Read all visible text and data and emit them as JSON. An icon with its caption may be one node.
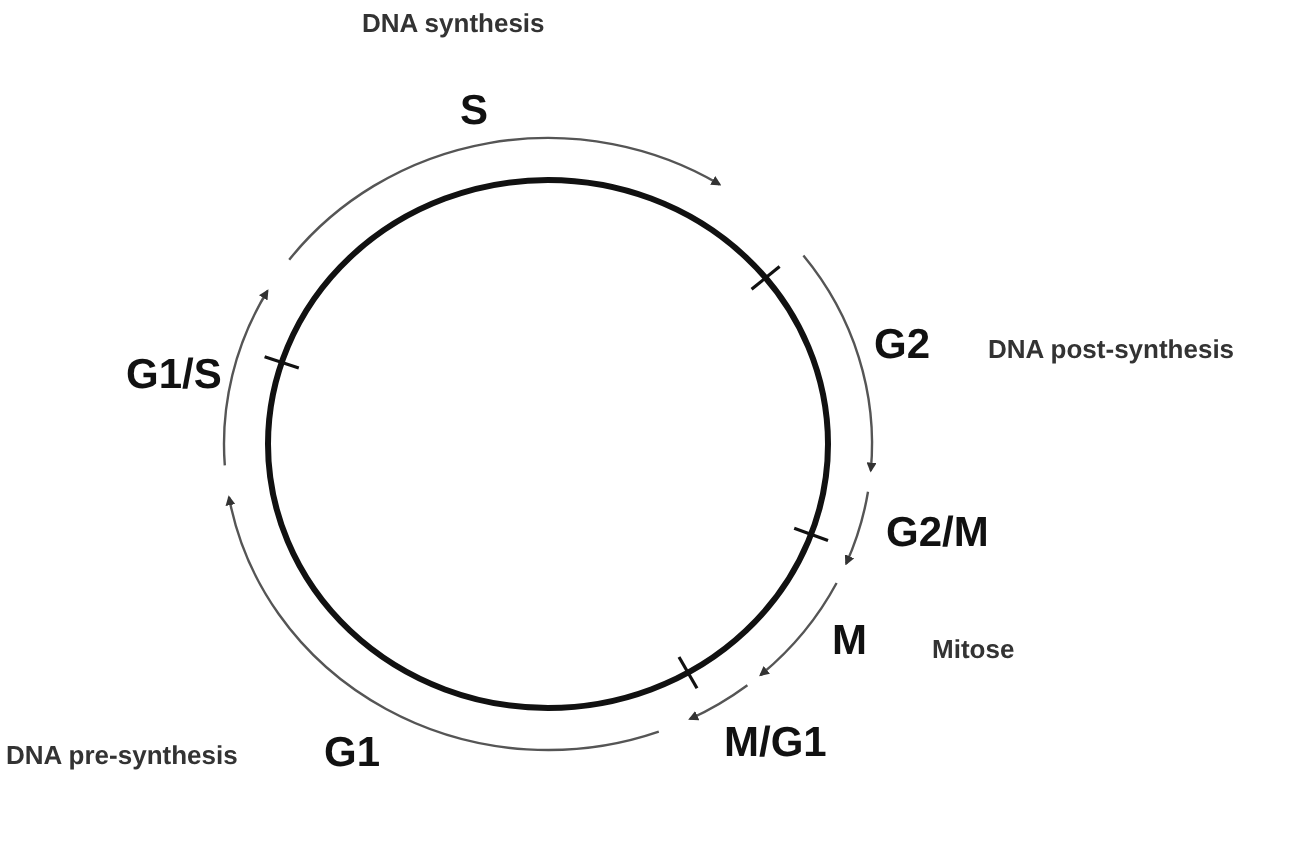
{
  "diagram": {
    "labels": [
      "DNA synthesis",
      "S",
      "G2",
      "DNA post-synthesis",
      "G1/S",
      "G2/M",
      "M",
      "Mitose",
      "M/G1",
      "DNA pre-synthesis",
      "G1"
    ]
  }
}
